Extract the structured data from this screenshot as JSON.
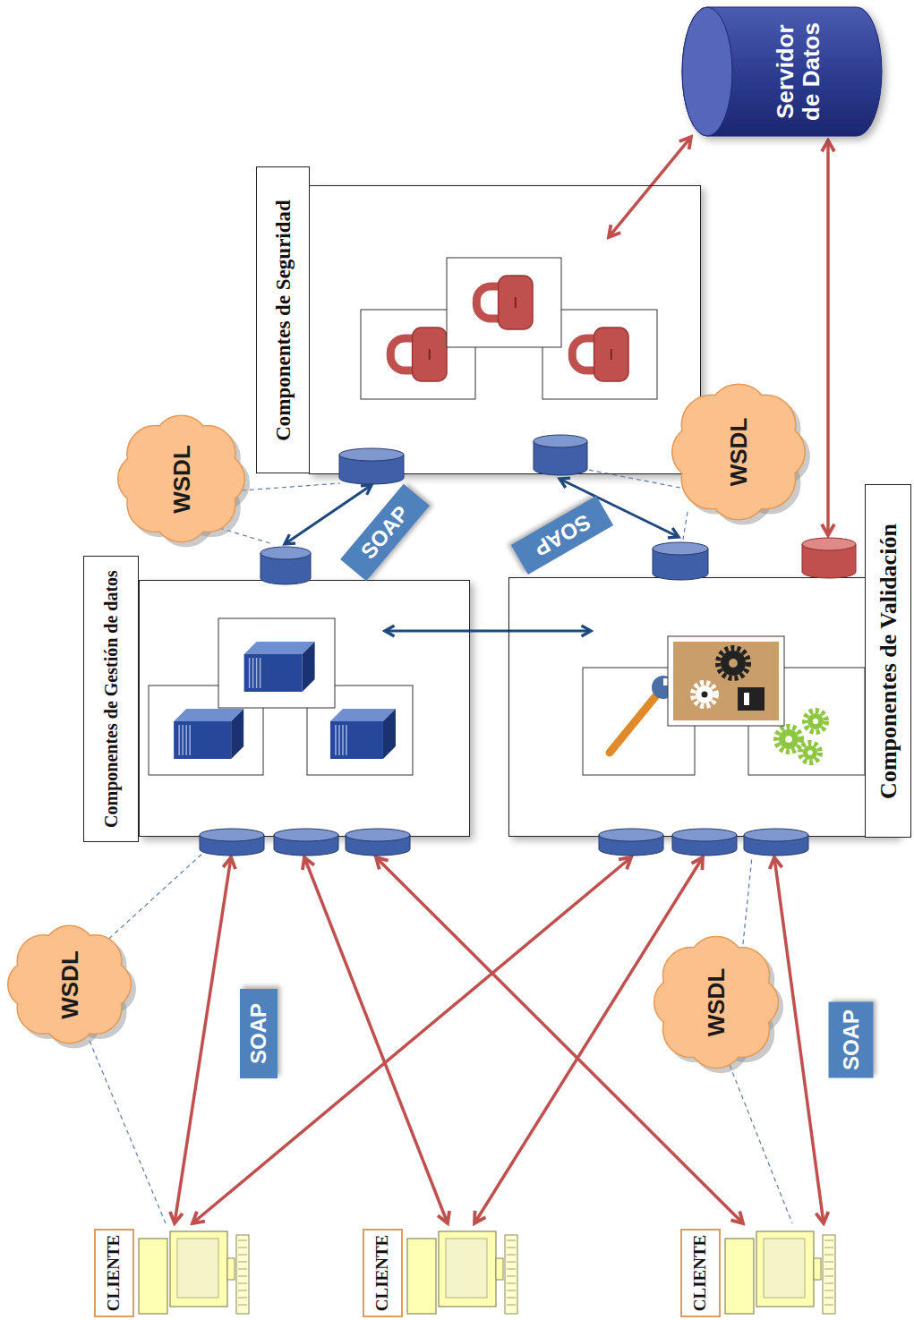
{
  "diagram": {
    "nodes": [
      {
        "text": [
          "Componentes de Gestión de datos"
        ]
      },
      {
        "text": [
          "Componentes de Seguridad"
        ]
      },
      {
        "text": [
          "Componentes de Validación"
        ]
      },
      {
        "text": [
          "Servidor de Datos"
        ]
      },
      {
        "text": [
          "WSDL"
        ]
      },
      {
        "text": [
          "WSDL"
        ]
      },
      {
        "text": [
          "WSDL"
        ]
      },
      {
        "text": [
          "WSDL"
        ]
      },
      {
        "text": [
          "CLIENTE"
        ]
      },
      {
        "text": [
          "CLIENTE"
        ]
      },
      {
        "text": [
          "CLIENTE"
        ]
      }
    ],
    "edges": [
      {
        "from": 8,
        "to": 0,
        "arrow": "both",
        "label": "SOAP"
      },
      {
        "from": 8,
        "to": 2,
        "arrow": "both"
      },
      {
        "from": 9,
        "to": 0,
        "arrow": "both"
      },
      {
        "from": 9,
        "to": 2,
        "arrow": "both"
      },
      {
        "from": 10,
        "to": 0,
        "arrow": "both"
      },
      {
        "from": 10,
        "to": 2,
        "arrow": "both",
        "label": "SOAP"
      },
      {
        "from": 0,
        "to": 2,
        "arrow": "both"
      },
      {
        "from": 0,
        "to": 1,
        "arrow": "both",
        "label": "SOAP"
      },
      {
        "from": 1,
        "to": 2,
        "arrow": "both",
        "label": "SOAP"
      },
      {
        "from": 1,
        "to": 3,
        "arrow": "both"
      },
      {
        "from": 2,
        "to": 3,
        "arrow": "both"
      },
      {
        "from": 4,
        "to": 0,
        "arrow": "none"
      },
      {
        "from": 4,
        "to": 1,
        "arrow": "none"
      },
      {
        "from": 5,
        "to": 1,
        "arrow": "none"
      },
      {
        "from": 5,
        "to": 2,
        "arrow": "none"
      },
      {
        "from": 6,
        "to": 0,
        "arrow": "none"
      },
      {
        "from": 6,
        "to": 8,
        "arrow": "none"
      },
      {
        "from": 7,
        "to": 2,
        "arrow": "none"
      },
      {
        "from": 7,
        "to": 10,
        "arrow": "none"
      }
    ]
  }
}
